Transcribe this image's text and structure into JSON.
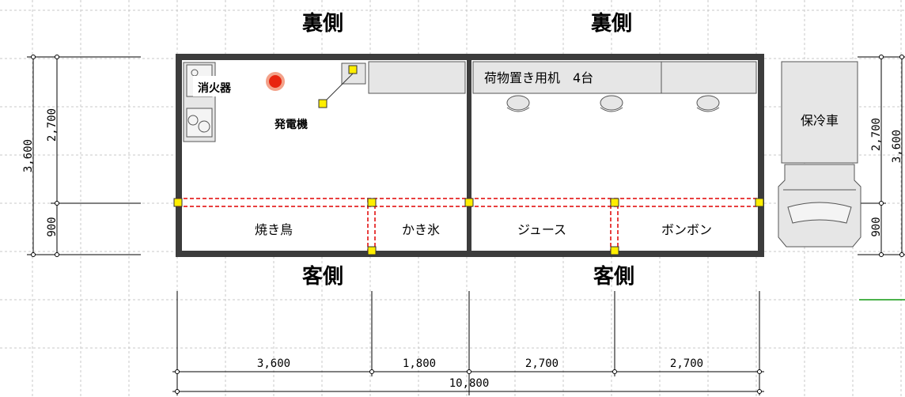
{
  "labels": {
    "back_left": "裏側",
    "back_right": "裏側",
    "front_left": "客側",
    "front_right": "客側",
    "extinguisher": "消火器",
    "generator": "発電機",
    "luggage_desk": "荷物置き用机　4台",
    "reefer_truck": "保冷車"
  },
  "stalls": [
    "焼き鳥",
    "かき氷",
    "ジュース",
    "ボンボン"
  ],
  "dims_bottom": [
    "3,600",
    "1,800",
    "2,700",
    "2,700"
  ],
  "dim_total": "10,800",
  "dims_left": {
    "total": "3,600",
    "upper": "2,700",
    "lower": "900"
  },
  "dims_right": {
    "total": "3,600",
    "upper": "2,700",
    "lower": "900"
  },
  "colors": {
    "wall": "#3c3c3c",
    "grid": "#c9c9c9",
    "partition": "#e00000",
    "handle": "#ffee00",
    "extinguisher": "#e8250f",
    "ext_halo": "#f3a28a",
    "green_line": "#119911"
  }
}
